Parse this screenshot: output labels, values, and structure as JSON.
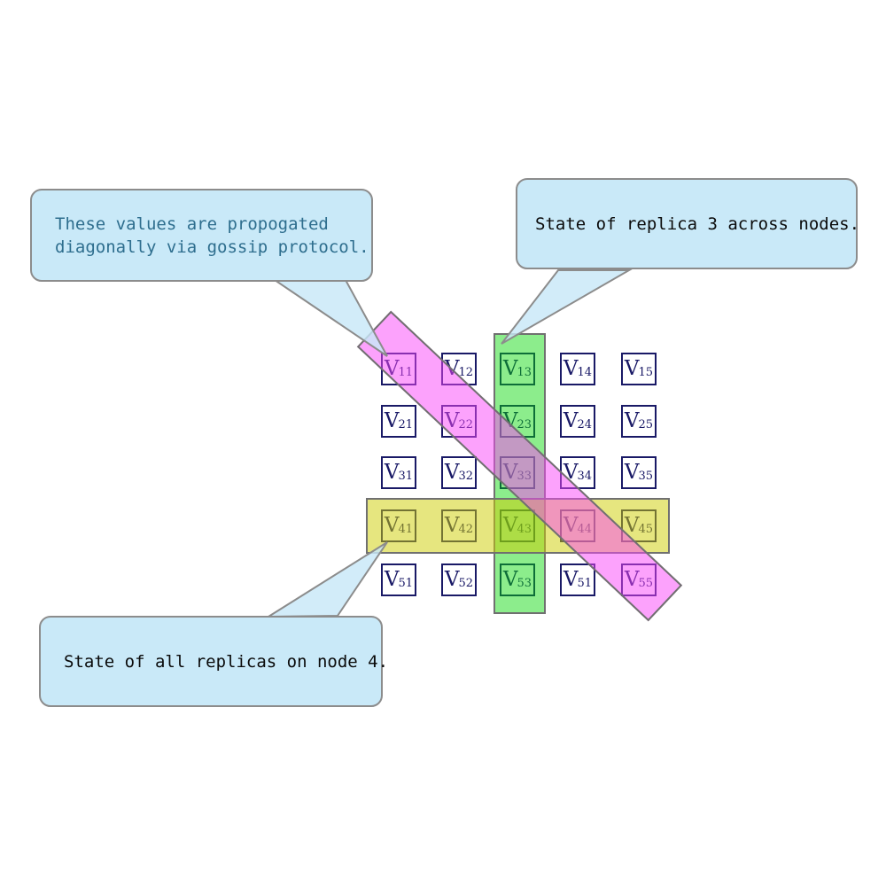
{
  "diagram_title": "replica-state-matrix",
  "matrix": {
    "base": "V",
    "rows": [
      [
        "11",
        "12",
        "13",
        "14",
        "15"
      ],
      [
        "21",
        "22",
        "23",
        "24",
        "25"
      ],
      [
        "31",
        "32",
        "33",
        "34",
        "35"
      ],
      [
        "41",
        "42",
        "43",
        "44",
        "45"
      ],
      [
        "51",
        "52",
        "53",
        "51",
        "55"
      ]
    ],
    "cell_border_color": "#191966",
    "cell_text_color": "#191966"
  },
  "highlights": {
    "border_color": "#707070",
    "column": {
      "meaning": "replica 3 across nodes",
      "color": "rgba(0,215,0,0.45)"
    },
    "row": {
      "meaning": "all replicas on node 4",
      "color": "rgba(205,205,0,0.5)"
    },
    "diagonal": {
      "meaning": "values propagated diagonally via gossip",
      "color": "rgba(250,70,250,0.5)"
    }
  },
  "callout_style": {
    "fill": "#c9e9f8",
    "border": "#8c8c8c",
    "tail_fill": "rgba(200,232,248,0.82)"
  },
  "callouts": [
    {
      "id": "gossip",
      "lines": [
        "These values are propogated",
        "diagonally via gossip protocol."
      ],
      "text_color": "#2e6e8e"
    },
    {
      "id": "replica3",
      "lines": [
        "State of replica 3 across nodes."
      ],
      "text_color": "#0a0a0a"
    },
    {
      "id": "node4",
      "lines": [
        "State of all replicas on node 4."
      ],
      "text_color": "#0a0a0a"
    }
  ]
}
